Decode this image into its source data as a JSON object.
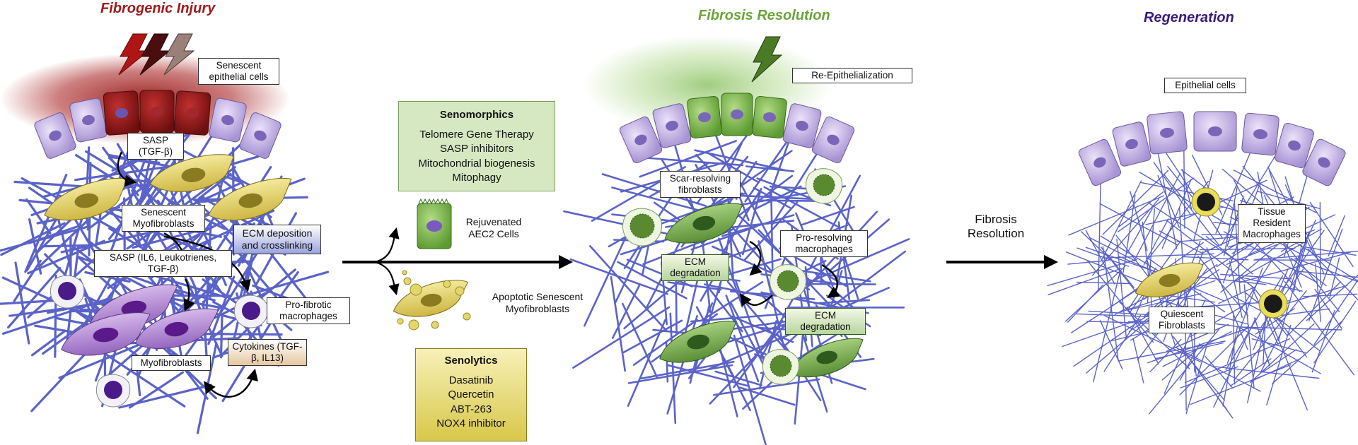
{
  "titles": {
    "injury": "Fibrogenic Injury",
    "resolution": "Fibrosis Resolution",
    "regeneration": "Regeneration"
  },
  "injury_labels": {
    "senescent_epithelial": "Senescent epithelial cells",
    "sasp_tgfb": "SASP (TGF-β)",
    "senescent_myofibroblasts": "Senescent Myofibroblasts",
    "ecm_deposition": "ECM deposition and crosslinking",
    "sasp_il6": "SASP (IL6, Leukotrienes, TGF-β)",
    "profibrotic_macrophages": "Pro-fibrotic macrophages",
    "cytokines": "Cytokines (TGF-β, IL13)",
    "myofibroblasts": "Myofibroblasts"
  },
  "treatments": {
    "senomorphics": {
      "heading": "Senomorphics",
      "items": [
        "Telomere Gene Therapy",
        "SASP inhibitors",
        "Mitochondrial biogenesis",
        "Mitophagy"
      ]
    },
    "senolytics": {
      "heading": "Senolytics",
      "items": [
        "Dasatinib",
        "Quercetin",
        "ABT-263",
        "NOX4 inhibitor"
      ]
    },
    "rejuvenated": "Rejuvenated AEC2 Cells",
    "apoptotic": "Apoptotic Senescent Myofibroblasts"
  },
  "resolution_labels": {
    "reepithelialization": "Re-Epithelialization",
    "scar_resolving": "Scar-resolving fibroblasts",
    "pro_resolving": "Pro-resolving macrophages",
    "ecm_degradation_1": "ECM degradation",
    "ecm_degradation_2": "ECM degradation"
  },
  "transition": "Fibrosis Resolution",
  "regeneration_labels": {
    "epithelial_cells": "Epithelial cells",
    "tissue_resident": "Tissue Resident Macrophages",
    "quiescent": "Quiescent Fibroblasts"
  },
  "colors": {
    "injury_title": "#a11a1a",
    "resolution_title": "#6aa43a",
    "regeneration_title": "#3a1a7a",
    "epithelial": "#c4b2e4",
    "fiber": "#5a63c8",
    "myofibroblast": "#b48ad0",
    "senescent_fibroblast": "#e6d570",
    "green_cell": "#8cba5a",
    "macrophage_nucleus": "#4a1a8a"
  }
}
